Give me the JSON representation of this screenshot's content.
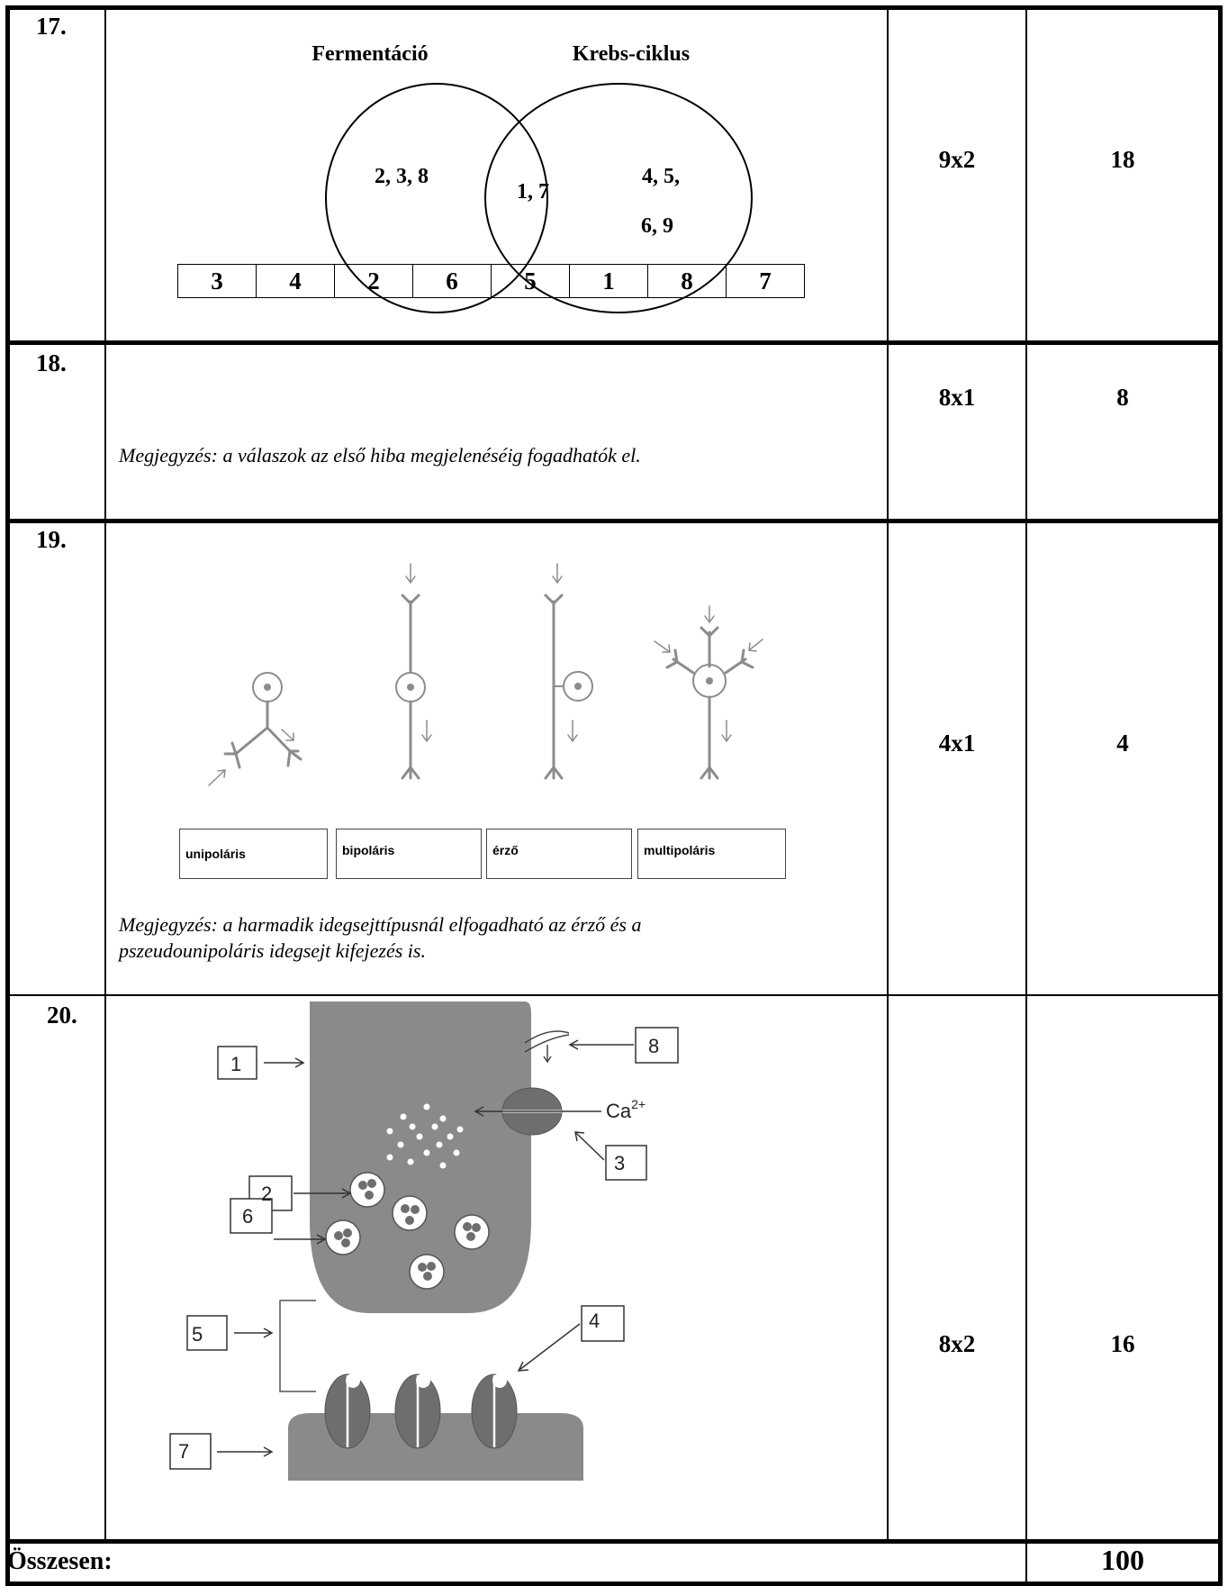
{
  "q17": {
    "number": "17.",
    "venn": {
      "left_title": "Fermentáció",
      "right_title": "Krebs-ciklus",
      "left_only": "2, 3, 8",
      "overlap": "1, 7",
      "right_only_line1": "4, 5,",
      "right_only_line2": "6, 9"
    },
    "scoring": "9x2",
    "points": "18"
  },
  "q18": {
    "number": "18.",
    "sequence": [
      "3",
      "4",
      "2",
      "6",
      "5",
      "1",
      "8",
      "7"
    ],
    "note": "Megjegyzés: a válaszok az első hiba megjelenéséig fogadhatók el.",
    "scoring": "8x1",
    "points": "8"
  },
  "q19": {
    "number": "19.",
    "labels": [
      "unipoláris",
      "bipoláris",
      "érző",
      "multipoláris"
    ],
    "note_line1": "Megjegyzés: a harmadik idegsejttípusnál elfogadható az érző és a",
    "note_line2": "pszeudounipoláris idegsejt kifejezés is.",
    "scoring": "4x1",
    "points": "4"
  },
  "q20": {
    "number": "20.",
    "labels": {
      "l1": "1",
      "l2": "2",
      "l3": "3",
      "l4": "4",
      "l5": "5",
      "l6": "6",
      "l7": "7",
      "l8": "8"
    },
    "ion": "Ca",
    "ion_charge": "2+",
    "scoring": "8x2",
    "points": "16"
  },
  "total": {
    "label": "Összesen:",
    "points": "100"
  },
  "colors": {
    "diagram_fill": "#8a8a8a",
    "diagram_dark": "#6e6e6e",
    "neuron_gray": "#8c8c8c"
  }
}
